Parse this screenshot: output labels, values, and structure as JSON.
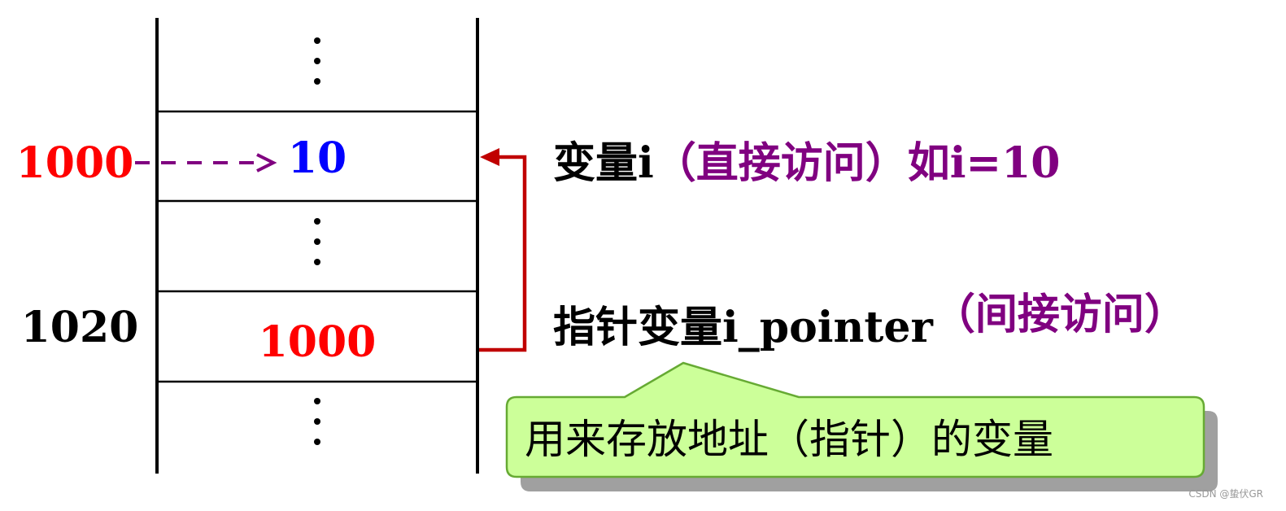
{
  "memory": {
    "top_ellipsis": "⋮",
    "cell_value_i": "10",
    "middle_ellipsis": "⋮",
    "cell_value_pointer": "1000",
    "bottom_ellipsis": "⋮"
  },
  "addresses": {
    "addr_i": "1000",
    "addr_pointer": "1020"
  },
  "labels": {
    "var_i_prefix": "变量i",
    "var_i_desc": "（直接访问）如i=10",
    "pointer_prefix": "指针变量i_pointer",
    "pointer_desc": "（间接访问）"
  },
  "callout": {
    "text": "用来存放地址（指针）的变量"
  },
  "watermark": "CSDN @蛰伏GR",
  "colors": {
    "address_red": "#ff0000",
    "value_blue": "#0000ff",
    "purple": "#800080",
    "pointer_arrow": "#c00000",
    "callout_fill": "#ccff99",
    "callout_border": "#66aa33",
    "callout_shadow": "#a0a0a0",
    "line_black": "#000000"
  }
}
